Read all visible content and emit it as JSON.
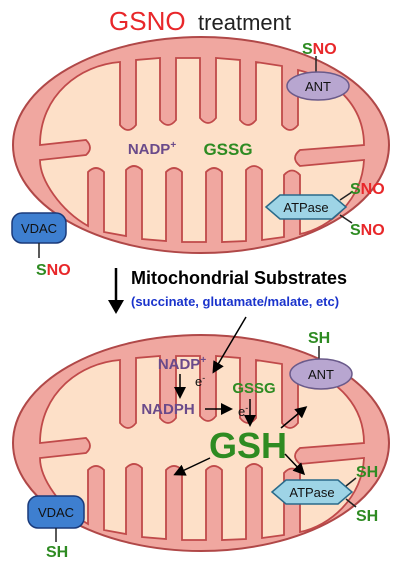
{
  "header": {
    "title_part1": "GSNO",
    "title_part2": "treatment"
  },
  "top_mito": {
    "nadp_prefix": "NADP",
    "nadp_sup": "+",
    "gssg": "GSSG",
    "ant": "ANT",
    "ant_mod_s": "S",
    "ant_mod_no": "NO",
    "atpase": "ATPase",
    "atpase_mod1_s": "S",
    "atpase_mod1_no": "NO",
    "atpase_mod2_s": "S",
    "atpase_mod2_no": "NO",
    "vdac": "VDAC",
    "vdac_mod_s": "S",
    "vdac_mod_no": "NO"
  },
  "transition": {
    "title": "Mitochondrial Substrates",
    "subtitle": "(succinate, glutamate/malate, etc)"
  },
  "bottom_mito": {
    "nadp_prefix": "NADP",
    "nadp_sup": "+",
    "electron1": "e",
    "electron1_sup": "-",
    "nadph": "NADPH",
    "electron2": "e",
    "electron2_sup": "-",
    "gssg": "GSSG",
    "gsh": "GSH",
    "ant": "ANT",
    "ant_mod": "SH",
    "atpase": "ATPase",
    "atpase_mod1": "SH",
    "atpase_mod2": "SH",
    "vdac": "VDAC",
    "vdac_mod": "SH"
  },
  "colors": {
    "red": "#e8272a",
    "green": "#2e8b22",
    "purple": "#6a4a8a",
    "blue": "#1a33cc",
    "outer_membrane": "#f0a7a0",
    "matrix": "#fde0c8",
    "membrane_stroke": "#c04a4a",
    "ant_fill": "#b8a6d0",
    "atpase_fill": "#9ed4e6",
    "vdac_fill": "#3e7fd0"
  }
}
